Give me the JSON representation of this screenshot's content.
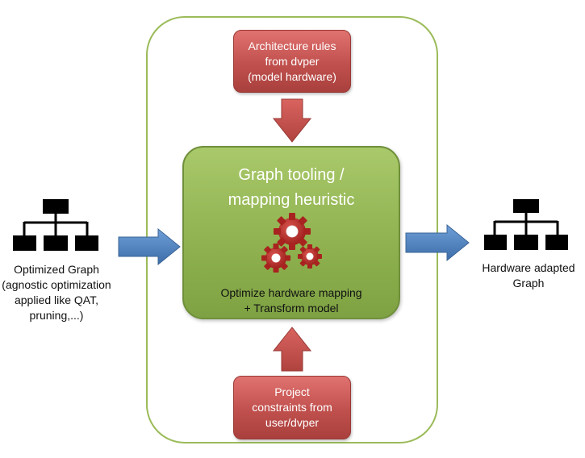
{
  "container": {
    "border_color": "#9bbb59"
  },
  "top_box": {
    "lines": [
      "Architecture rules",
      "from dvper",
      "(model hardware)"
    ],
    "color": "#c0504d"
  },
  "center_box": {
    "title_lines": [
      "Graph tooling /",
      "mapping heuristic"
    ],
    "subtitle_lines": [
      "Optimize hardware mapping",
      "+ Transform model"
    ],
    "icon": "gears-icon",
    "color": "#8eb04e"
  },
  "bottom_box": {
    "lines": [
      "Project",
      "constraints from",
      "user/dvper"
    ],
    "color": "#c0504d"
  },
  "input_node": {
    "icon": "hierarchy-graph-icon",
    "lines": [
      "Optimized Graph",
      "(agnostic optimization",
      "applied like QAT,",
      "pruning,...)"
    ]
  },
  "output_node": {
    "icon": "hierarchy-graph-icon",
    "lines": [
      "Hardware adapted",
      "Graph"
    ]
  },
  "arrows": {
    "horizontal_color": "#4f81bd",
    "vertical_color": "#c0504d"
  }
}
